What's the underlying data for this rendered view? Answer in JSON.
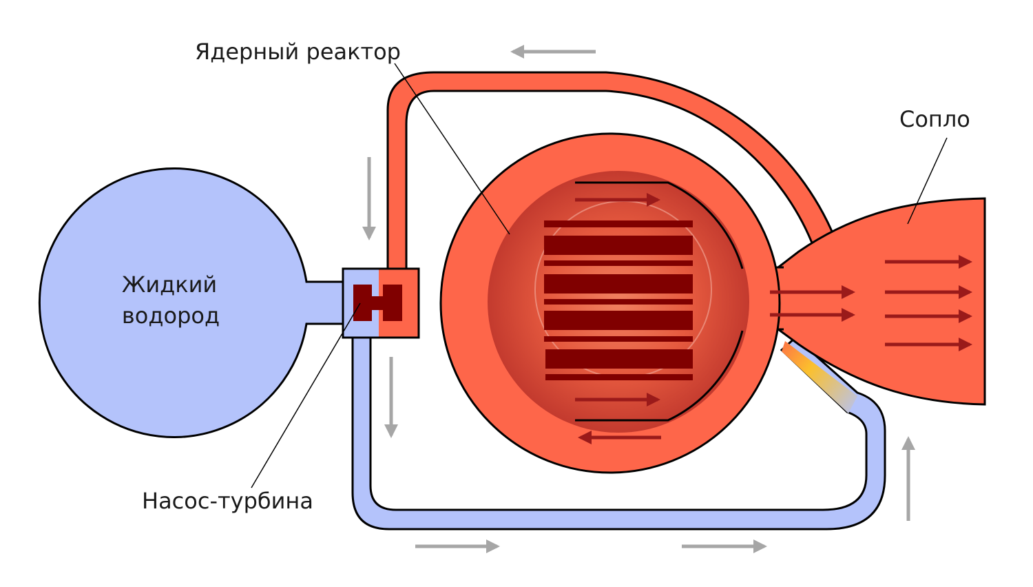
{
  "labels": {
    "reactor": "Ядерный реактор",
    "nozzle": "Сопло",
    "tank_line1": "Жидкий",
    "tank_line2": "водород",
    "pump": "Насос-турбина"
  },
  "colors": {
    "hydrogen": "#b4c3fb",
    "hot": "#fe664a",
    "core_dark": "#c33a2e",
    "rods": "#800000",
    "arrow_grey": "#a6a6a6",
    "arrow_dark_red": "#9a1a1a",
    "outline": "#000000"
  }
}
